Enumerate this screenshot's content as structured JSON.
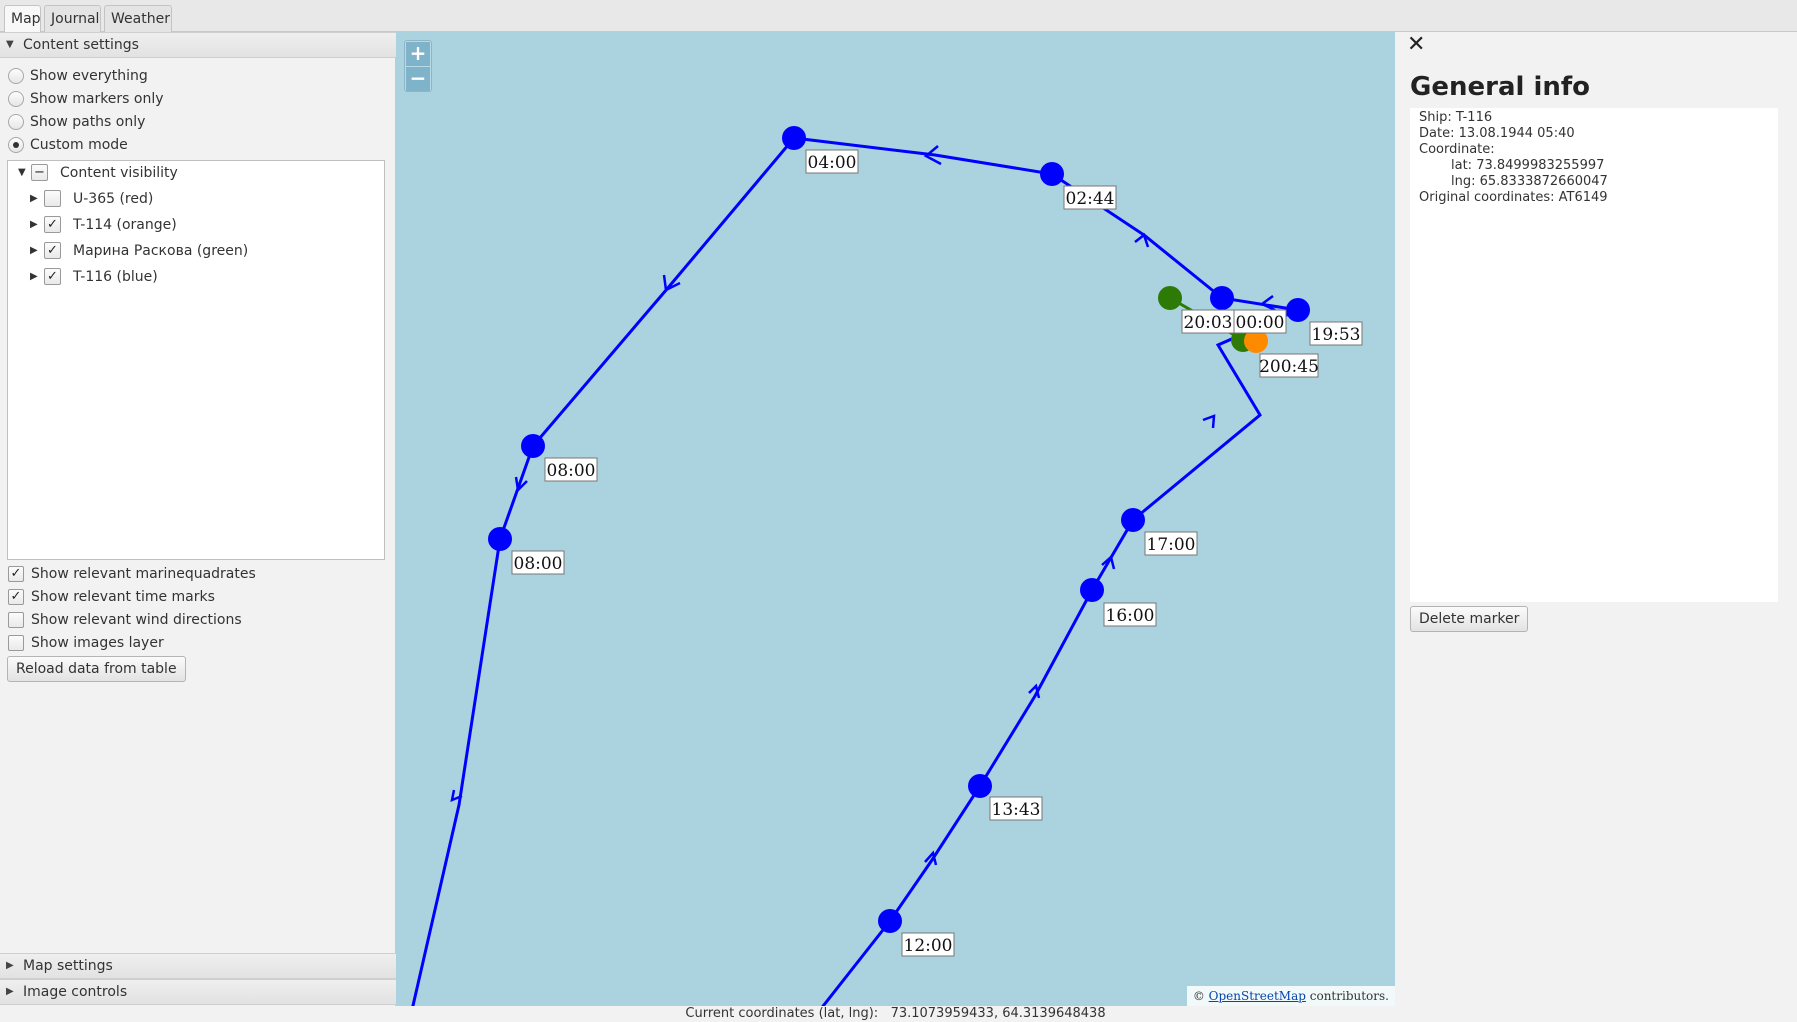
{
  "tabs": [
    {
      "label": "Map",
      "active": true
    },
    {
      "label": "Journal",
      "active": false
    },
    {
      "label": "Weather",
      "active": false
    }
  ],
  "left_panel": {
    "content_settings": "Content settings",
    "radios": [
      {
        "label": "Show everything",
        "selected": false
      },
      {
        "label": "Show markers only",
        "selected": false
      },
      {
        "label": "Show paths only",
        "selected": false
      },
      {
        "label": "Custom mode",
        "selected": true
      }
    ],
    "tree": {
      "root": "Content visibility",
      "items": [
        {
          "label": "U-365 (red)",
          "checked": false
        },
        {
          "label": "T-114 (orange)",
          "checked": true
        },
        {
          "label": "Марина Раскова (green)",
          "checked": true
        },
        {
          "label": "T-116 (blue)",
          "checked": true
        }
      ]
    },
    "checkboxes": [
      {
        "label": "Show relevant marinequadrates",
        "checked": true
      },
      {
        "label": "Show relevant time marks",
        "checked": true
      },
      {
        "label": "Show relevant wind directions",
        "checked": false
      },
      {
        "label": "Show images layer",
        "checked": false
      }
    ],
    "reload_button": "Reload data from table",
    "map_settings": "Map settings",
    "image_controls": "Image controls"
  },
  "map": {
    "zoom_in": "+",
    "zoom_out": "−",
    "time_labels": [
      "04:00",
      "02:44",
      "20:03",
      "00:00",
      "19:53",
      "200:45",
      "08:00",
      "08:00",
      "17:00",
      "16:00",
      "13:43",
      "12:00"
    ],
    "attribution_prefix": "©",
    "attribution_link": "OpenStreetMap",
    "attribution_suffix": "contributors.",
    "colors": {
      "water": "#aad3df",
      "blue_ship": "#0000ff",
      "green_ship": "#2d7a06",
      "orange_ship": "#ff8a00"
    }
  },
  "status_bar": {
    "label": "Current coordinates (lat, lng):",
    "value": "73.1073959433, 64.3139648438"
  },
  "info_panel": {
    "title": "General info",
    "ship": "Ship: T-116",
    "date": "Date: 13.08.1944 05:40",
    "coordinate_label": "Coordinate:",
    "lat": "lat: 73.8499983255997",
    "lng": "lng: 65.8333872660047",
    "original": "Original coordinates: AT6149",
    "delete_button": "Delete marker"
  }
}
